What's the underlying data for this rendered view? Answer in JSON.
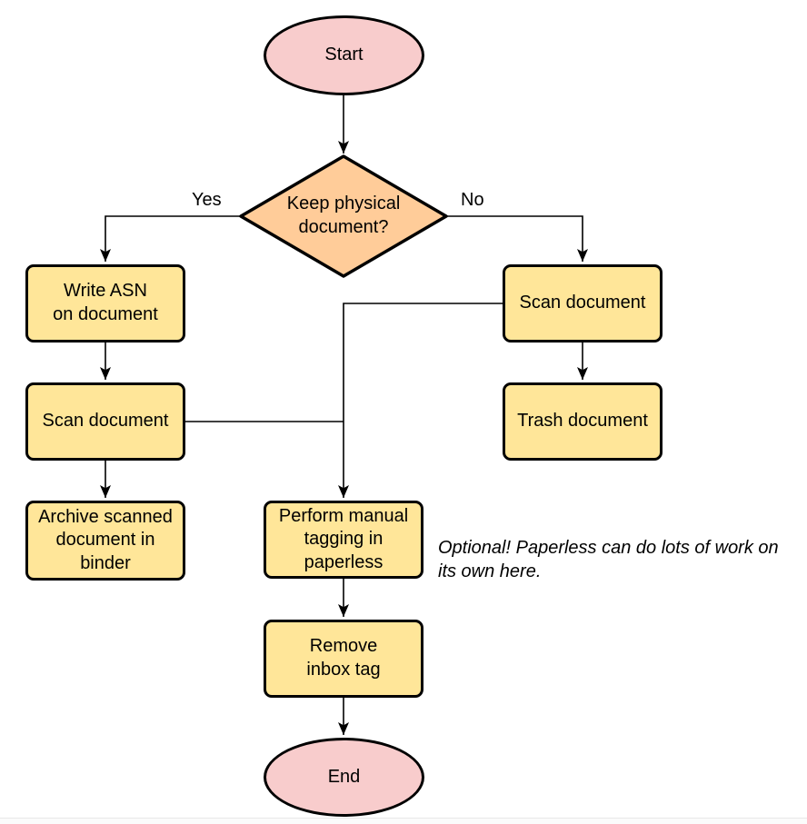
{
  "diagram": {
    "type": "flowchart",
    "colors": {
      "terminal_fill": "#F8CCCC",
      "decision_fill": "#FFCC99",
      "process_fill": "#FFE699",
      "stroke": "#000000"
    },
    "nodes": {
      "start": {
        "shape": "ellipse",
        "label": "Start"
      },
      "decision": {
        "shape": "diamond",
        "label": "Keep physical\ndocument?"
      },
      "write_asn": {
        "shape": "process",
        "label": "Write ASN\non document"
      },
      "scan_left": {
        "shape": "process",
        "label": "Scan document"
      },
      "archive": {
        "shape": "process",
        "label": "Archive scanned\ndocument in\nbinder"
      },
      "scan_right": {
        "shape": "process",
        "label": "Scan document"
      },
      "trash": {
        "shape": "process",
        "label": "Trash document"
      },
      "tagging": {
        "shape": "process",
        "label": "Perform manual\ntagging in\npaperless"
      },
      "remove_inbox": {
        "shape": "process",
        "label": "Remove\ninbox tag"
      },
      "end": {
        "shape": "ellipse",
        "label": "End"
      }
    },
    "edge_labels": {
      "yes": "Yes",
      "no": "No"
    },
    "note": {
      "text": "Optional! Paperless can do lots of work on\nits own here."
    }
  }
}
